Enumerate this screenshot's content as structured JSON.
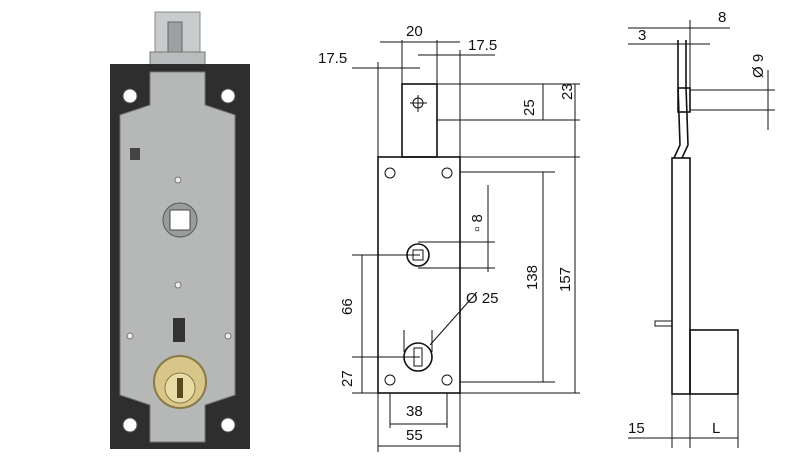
{
  "drawing": {
    "front": {
      "top_width": "20",
      "left_offset": "17.5",
      "right_offset": "17.5",
      "tab_height": "23",
      "tab_hole_offset": "25",
      "square_hole": "▫ 8",
      "cylinder_hole": "Ø 25",
      "height_body": "138",
      "height_total": "157",
      "left_upper": "66",
      "left_lower": "27",
      "bottom_inner": "38",
      "bottom_outer": "55"
    },
    "side": {
      "top_small": "3",
      "top_large": "8",
      "hole_dia": "Ø 9",
      "bottom_left": "15",
      "bottom_right": "L"
    }
  },
  "colors": {
    "plate": "#b5b8b7",
    "frame": "#2e2e2e",
    "brass": "#d8c68a"
  }
}
